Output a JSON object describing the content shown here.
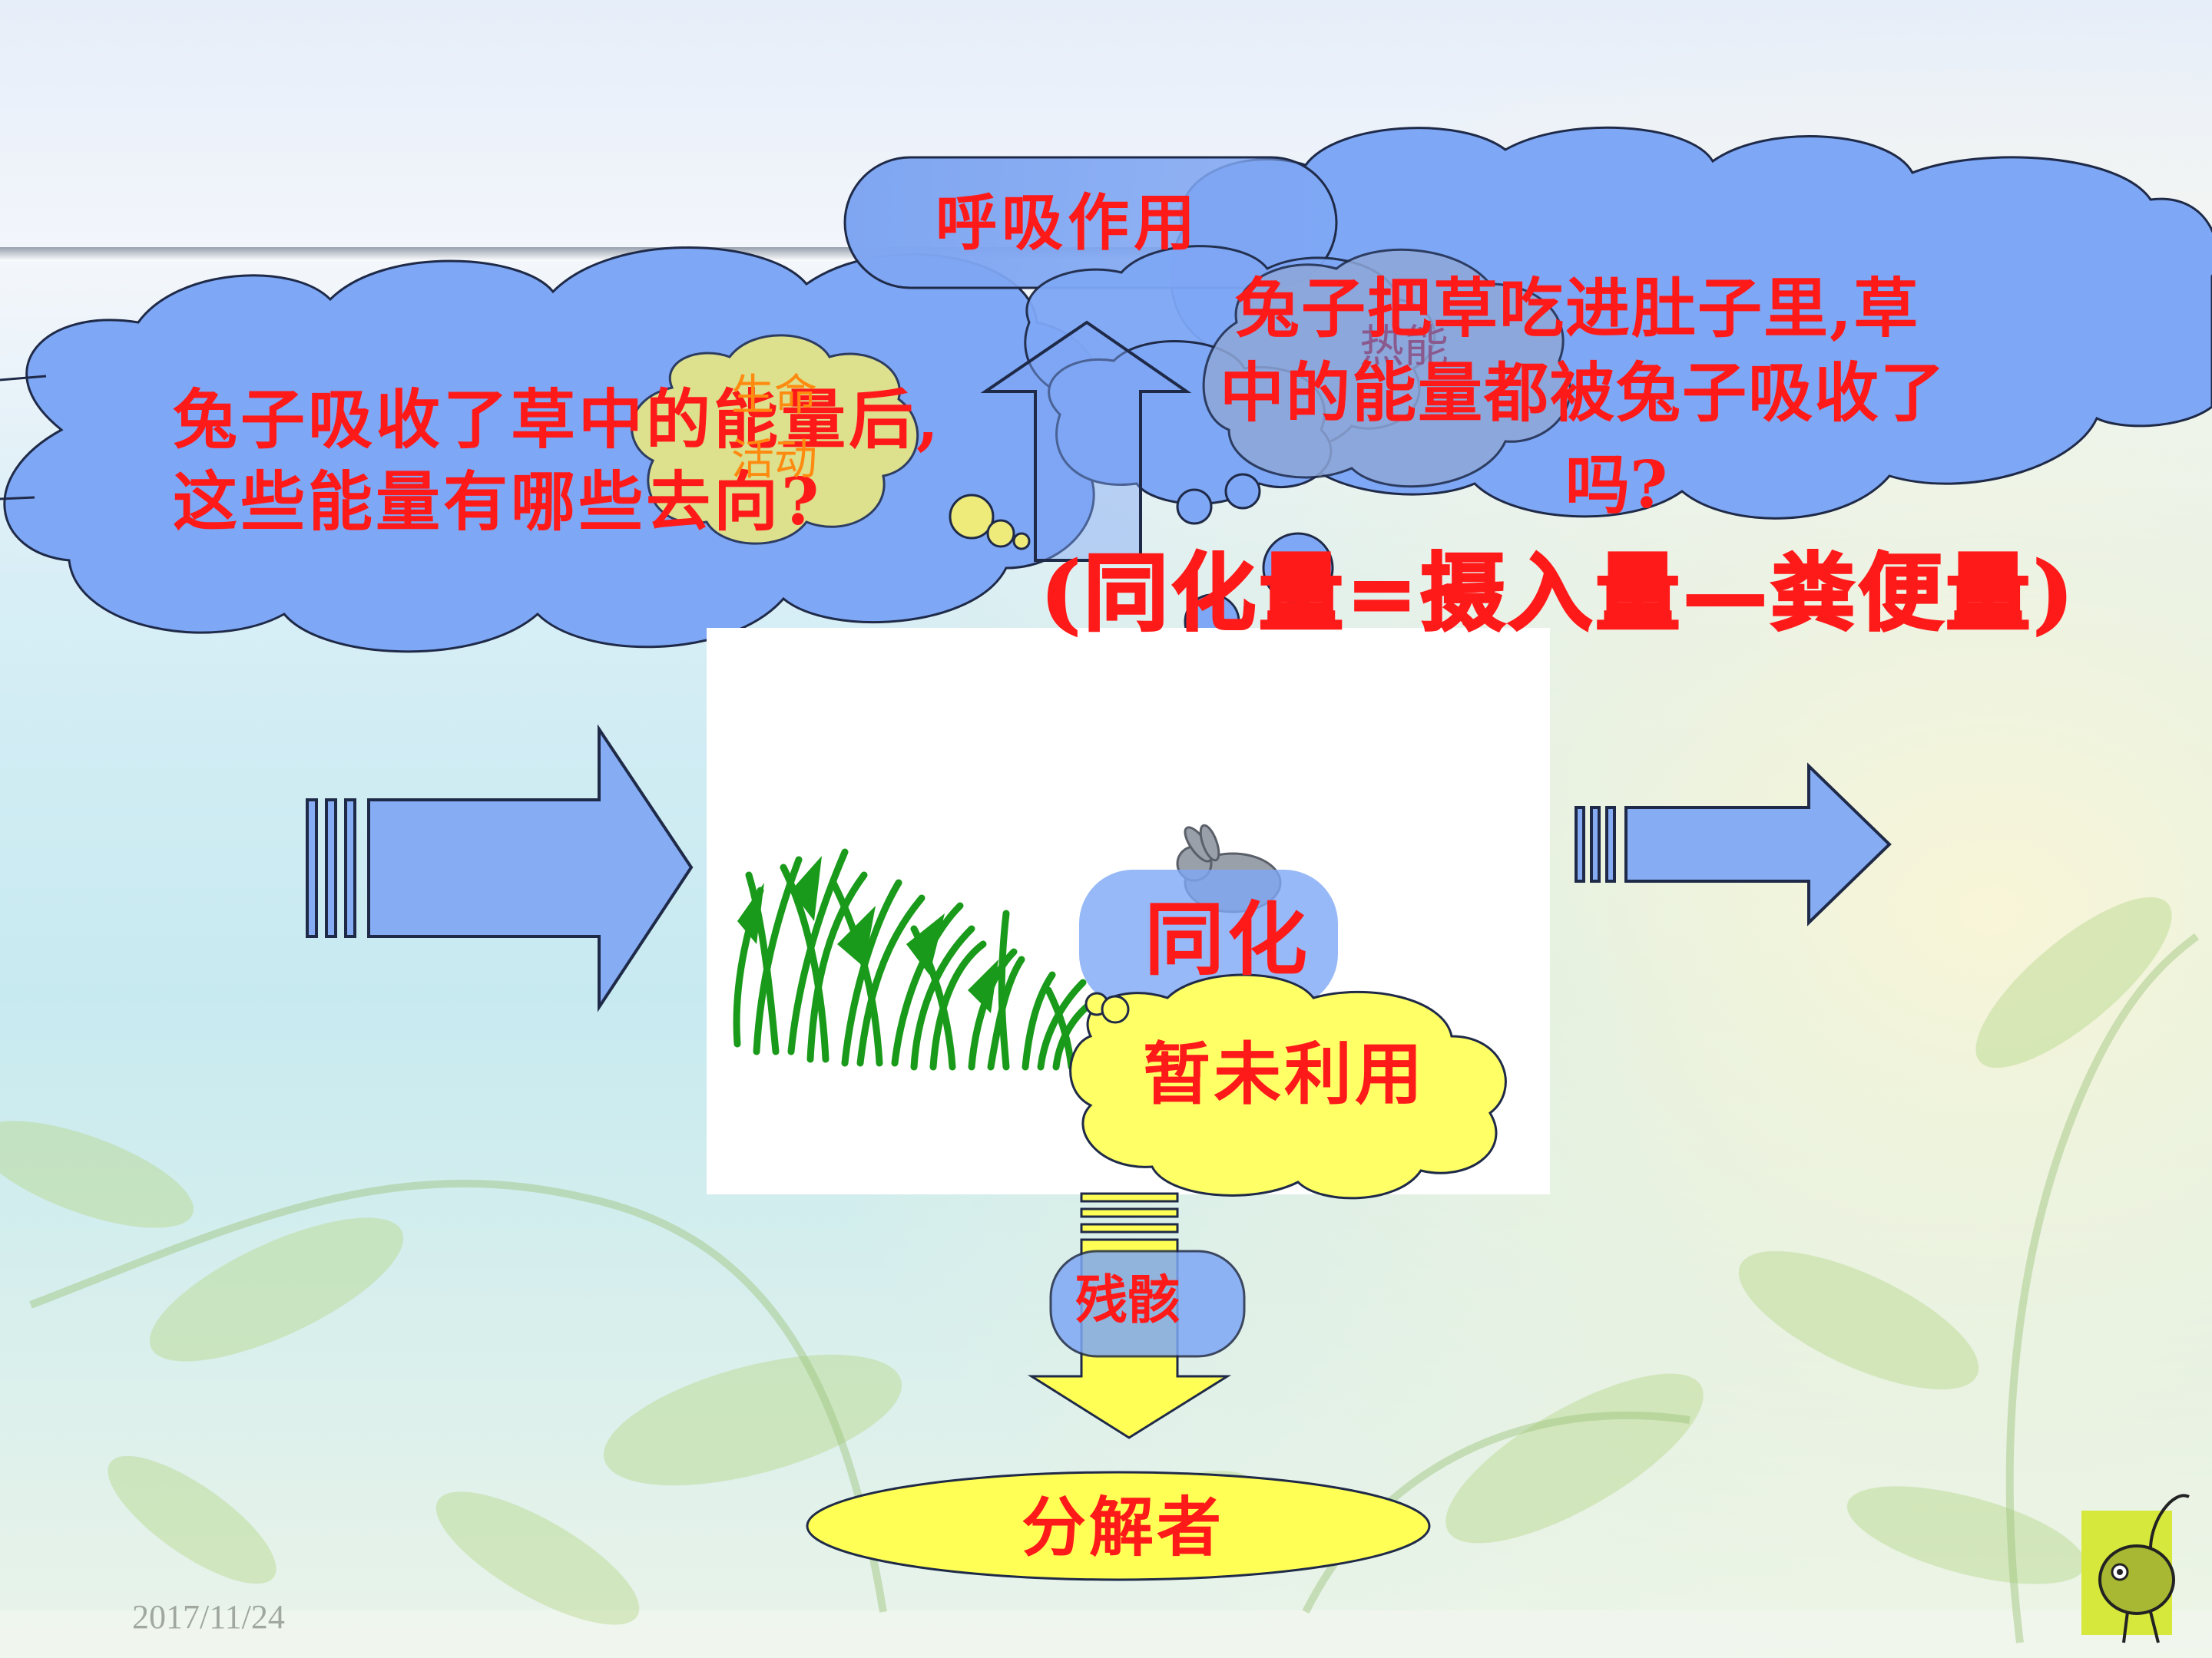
{
  "slide": {
    "date": "2017/11/24",
    "question_left_line1": "兔子吸收了草中的能量后,",
    "question_left_line2": "这些能量有哪些去向?",
    "question_right_line1": "兔子把草吃进肚子里,草",
    "question_right_line2": "中的能量都被兔子吸收了",
    "question_right_line3": "吗?",
    "formula": "(同化量=摄入量—粪便量)"
  },
  "labels": {
    "respiration": "呼吸作用",
    "heat": "热能",
    "life_activity_line1": "生命",
    "life_activity_line2": "活动",
    "assimilation": "同化",
    "unused": "暂未利用",
    "remains": "残骸",
    "decomposer": "分解者"
  },
  "colors": {
    "text_red": "#ff1a1a",
    "text_orange": "#ff8a10",
    "cloud_blue": "#7ea7f5",
    "cloud_yellow": "#ffff66",
    "arrow_blue": "#86acf4",
    "grass_green": "#1a9a1a"
  }
}
